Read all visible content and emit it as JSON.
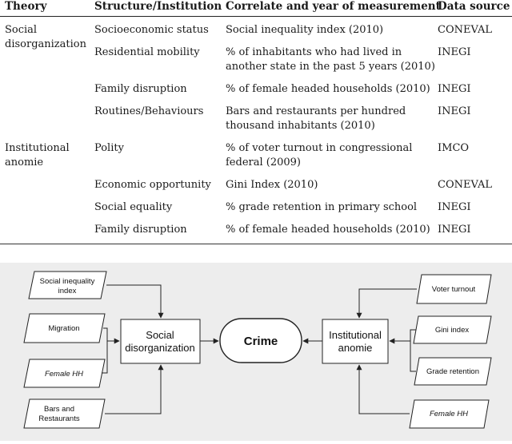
{
  "table": {
    "headers": [
      "Theory",
      "Structure/Institution",
      "Correlate and year of measurement",
      "Data source"
    ],
    "rows": [
      {
        "theory": [
          "Social",
          "disorganization"
        ],
        "structure": "Socioeconomic status",
        "correlate": [
          "Social inequality index (2010)"
        ],
        "source": "CONEVAL"
      },
      {
        "theory": [],
        "structure": "Residential mobility",
        "correlate": [
          "% of inhabitants who had lived in",
          "another state in the past 5 years (2010)"
        ],
        "source": "INEGI"
      },
      {
        "theory": [],
        "structure": "Family disruption",
        "correlate": [
          "% of female headed households (2010)"
        ],
        "source": "INEGI"
      },
      {
        "theory": [],
        "structure": "Routines/Behaviours",
        "correlate": [
          "Bars and restaurants per hundred",
          "thousand inhabitants (2010)"
        ],
        "source": "INEGI"
      },
      {
        "theory": [
          "Institutional",
          "anomie"
        ],
        "structure": "Polity",
        "correlate": [
          "% of voter turnout in congressional",
          "federal (2009)"
        ],
        "source": "IMCO"
      },
      {
        "theory": [],
        "structure": "Economic opportunity",
        "correlate": [
          "Gini Index (2010)"
        ],
        "source": "CONEVAL"
      },
      {
        "theory": [],
        "structure": "Social equality",
        "correlate": [
          "% grade retention in primary school"
        ],
        "source": "INEGI"
      },
      {
        "theory": [],
        "structure": "Family disruption",
        "correlate": [
          "% of female headed households (2010)"
        ],
        "source": "INEGI"
      }
    ]
  },
  "diagram": {
    "left_inputs": [
      "Social inequality index",
      "Migration",
      "Female HH",
      "Bars and Restaurants"
    ],
    "left_box": [
      "Social",
      "disorganization"
    ],
    "center": "Crime",
    "right_box": [
      "Institutional",
      "anomie"
    ],
    "right_inputs": [
      "Voter turnout",
      "Gini index",
      "Grade retention",
      "Female HH"
    ]
  }
}
